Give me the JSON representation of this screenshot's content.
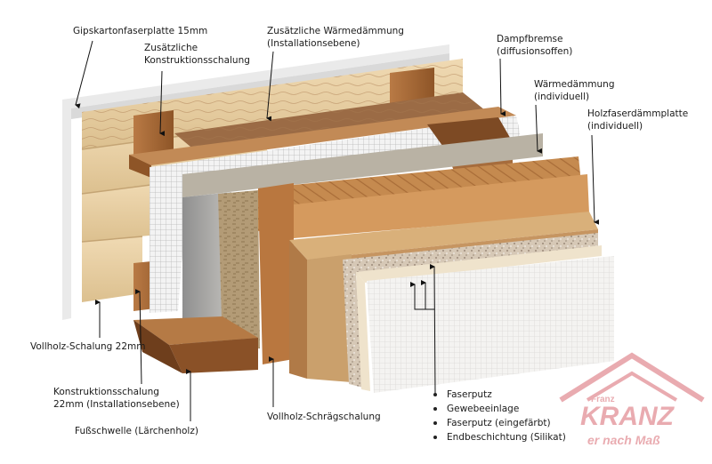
{
  "labels": {
    "gipskarton": "Gipskartonfaserplatte 15mm",
    "zus_schalung_1": "Zusätzliche",
    "zus_schalung_2": "Konstruktionsschalung",
    "zus_waerme_1": "Zusätzliche Wärmedämmung",
    "zus_waerme_2": "(Installationsebene)",
    "dampf_1": "Dampfbremse",
    "dampf_2": "(diffusionsoffen)",
    "waerme_1": "Wärmedämmung",
    "waerme_2": "(individuell)",
    "holzfaser_1": "Holzfaserdämmplatte",
    "holzfaser_2": "(individuell)",
    "vollholz_schalung": "Vollholz-Schalung 22mm",
    "konstr_1": "Konstruktionsschalung",
    "konstr_2": "22mm (Installationsebene)",
    "fussschwelle": "Fußschwelle (Lärchenholz)",
    "schraeg": "Vollholz-Schrägschalung"
  },
  "putz_layers": [
    "Faserputz",
    "Gewebeeinlage",
    "Faserputz (eingefärbt)",
    "Endbeschichtung (Silikat)"
  ],
  "logo": {
    "top": "Franz",
    "brand": "KRANZ",
    "tagline": "er nach Maß"
  }
}
